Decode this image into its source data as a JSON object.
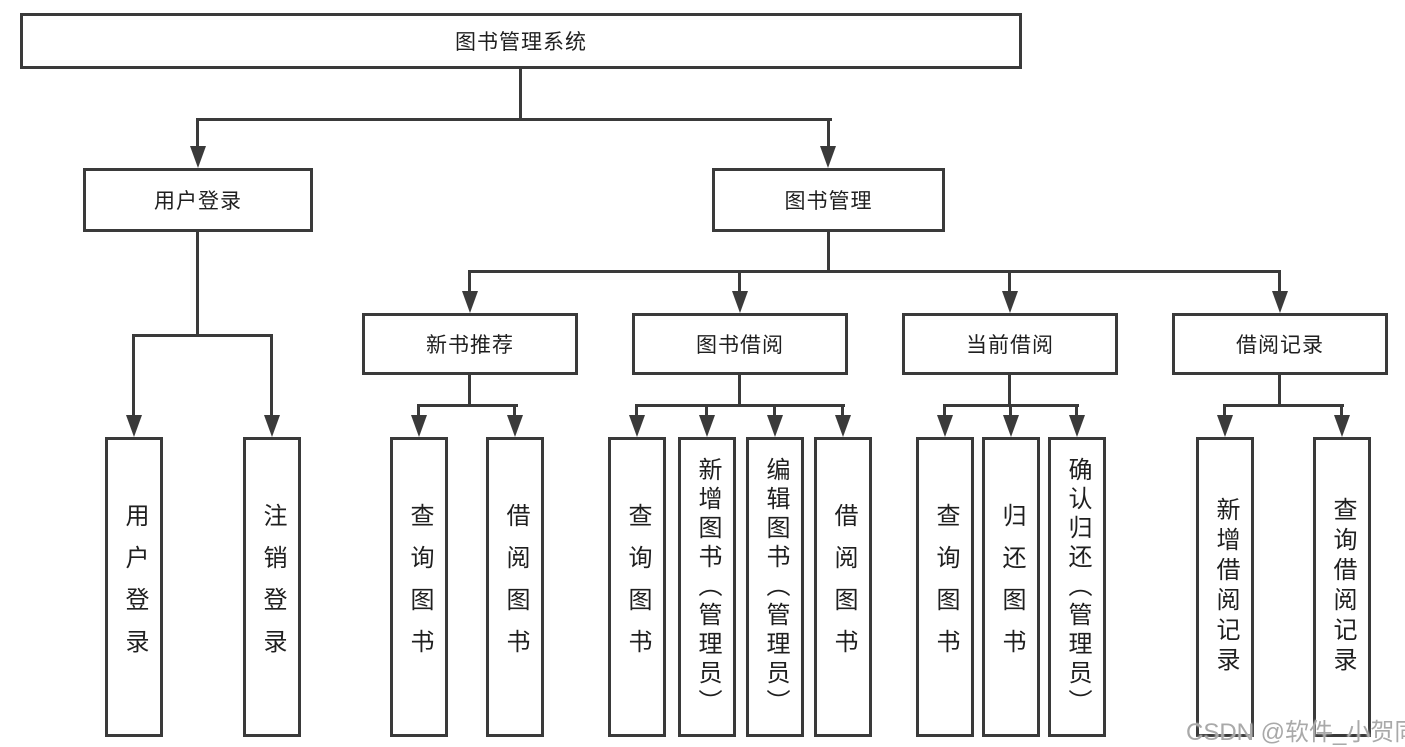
{
  "diagram": {
    "root": {
      "label": "图书管理系统"
    },
    "branches": [
      {
        "label": "用户登录",
        "children": [
          {
            "label": "用户登录"
          },
          {
            "label": "注销登录"
          }
        ]
      },
      {
        "label": "图书管理",
        "children": [
          {
            "label": "新书推荐",
            "children": [
              {
                "label": "查询图书"
              },
              {
                "label": "借阅图书"
              }
            ]
          },
          {
            "label": "图书借阅",
            "children": [
              {
                "label": "查询图书"
              },
              {
                "label": "新增图书（管理员）"
              },
              {
                "label": "编辑图书（管理员）"
              },
              {
                "label": "借阅图书"
              }
            ]
          },
          {
            "label": "当前借阅",
            "children": [
              {
                "label": "查询图书"
              },
              {
                "label": "归还图书"
              },
              {
                "label": "确认归还（管理员）"
              }
            ]
          },
          {
            "label": "借阅记录",
            "children": [
              {
                "label": "新增借阅记录"
              },
              {
                "label": "查询借阅记录"
              }
            ]
          }
        ]
      }
    ],
    "watermark": "CSDN @软件_小贺同学",
    "colors": {
      "line": "#3a3a3a",
      "text": "#1f1f1f",
      "watermark": "#a9a9a9",
      "background": "#ffffff"
    }
  }
}
